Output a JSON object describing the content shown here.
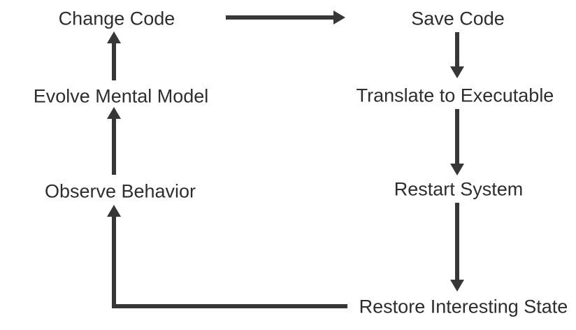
{
  "diagram": {
    "nodes": {
      "change_code": "Change Code",
      "save_code": "Save Code",
      "evolve_mental_model": "Evolve Mental Model",
      "translate_to_executable": "Translate to Executable",
      "observe_behavior": "Observe Behavior",
      "restart_system": "Restart System",
      "restore_interesting_state": "Restore Interesting State"
    },
    "edges": [
      {
        "from": "Change Code",
        "to": "Save Code"
      },
      {
        "from": "Save Code",
        "to": "Translate to Executable"
      },
      {
        "from": "Translate to Executable",
        "to": "Restart System"
      },
      {
        "from": "Restart System",
        "to": "Restore Interesting State"
      },
      {
        "from": "Restore Interesting State",
        "to": "Observe Behavior"
      },
      {
        "from": "Observe Behavior",
        "to": "Evolve Mental Model"
      },
      {
        "from": "Evolve Mental Model",
        "to": "Change Code"
      }
    ],
    "colors": {
      "text": "#2e2e2e",
      "arrow": "#373737",
      "background": "#ffffff"
    }
  }
}
